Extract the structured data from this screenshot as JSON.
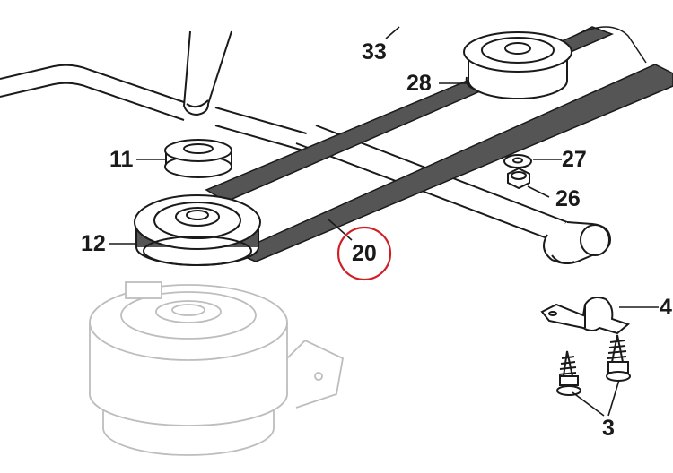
{
  "diagram": {
    "callouts": {
      "c33": "33",
      "c28": "28",
      "c11": "11",
      "c27": "27",
      "c26": "26",
      "c12": "12",
      "c20": "20",
      "c4": "4",
      "c3": "3"
    },
    "highlight_color": "#d11f26",
    "belt_color": "#555555",
    "line_color": "#1a1a1a",
    "faded_part_color": "#bdbdbd"
  }
}
